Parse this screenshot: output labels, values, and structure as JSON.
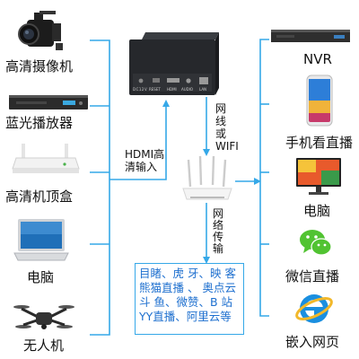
{
  "left_devices": [
    {
      "label": "高清摄像机",
      "icon": "camcorder-icon"
    },
    {
      "label": "蓝光播放器",
      "icon": "bluray-player-icon"
    },
    {
      "label": "高清机顶盒",
      "icon": "settop-box-icon"
    },
    {
      "label": "电脑",
      "icon": "laptop-icon"
    },
    {
      "label": "无人机",
      "icon": "drone-icon"
    }
  ],
  "right_devices": [
    {
      "label": "NVR",
      "icon": "nvr-icon"
    },
    {
      "label": "手机看直播",
      "icon": "smartphone-icon"
    },
    {
      "label": "电脑",
      "icon": "monitor-icon"
    },
    {
      "label": "微信直播",
      "icon": "wechat-icon"
    },
    {
      "label": "嵌入网页",
      "icon": "ie-browser-icon"
    }
  ],
  "hdmi_input_label": [
    "HDMI高",
    "清输入"
  ],
  "network_link_label": [
    "网",
    "线",
    "或",
    "WIFI"
  ],
  "network_transmit_label": "网络传输",
  "platforms_text": [
    "目睹、虎 牙、映 客",
    "熊猫直播 、 奥点云",
    "斗 鱼、微赞、B 站",
    "YY直播、阿里云等"
  ],
  "encoder_port_labels": [
    "DC12V",
    "RESET",
    "HDMI",
    "AUDIO",
    "LAN"
  ],
  "colors": {
    "connector": "#35a8e8",
    "platform_text": "#1d6fcf"
  }
}
